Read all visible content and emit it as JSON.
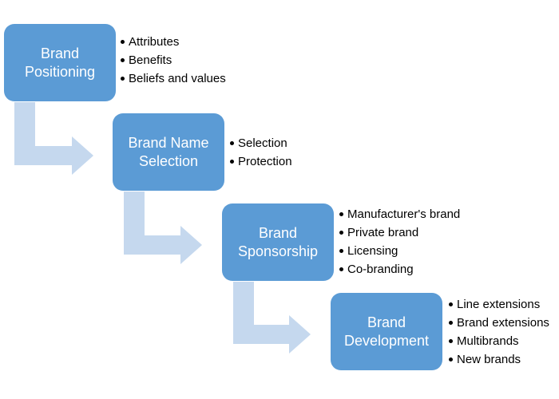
{
  "colors": {
    "box": "#5b9bd5",
    "arrow": "#c5d8ee",
    "box_text": "#ffffff",
    "bullet_text": "#000000"
  },
  "steps": [
    {
      "title_lines": [
        "Brand",
        "Positioning"
      ],
      "items": [
        "Attributes",
        "Benefits",
        "Beliefs and values"
      ]
    },
    {
      "title_lines": [
        "Brand Name",
        "Selection"
      ],
      "items": [
        "Selection",
        "Protection"
      ]
    },
    {
      "title_lines": [
        "Brand",
        "Sponsorship"
      ],
      "items": [
        "Manufacturer's brand",
        "Private brand",
        "Licensing",
        "Co-branding"
      ]
    },
    {
      "title_lines": [
        "Brand",
        "Development"
      ],
      "items": [
        "Line extensions",
        "Brand extensions",
        "Multibrands",
        "New brands"
      ]
    }
  ]
}
